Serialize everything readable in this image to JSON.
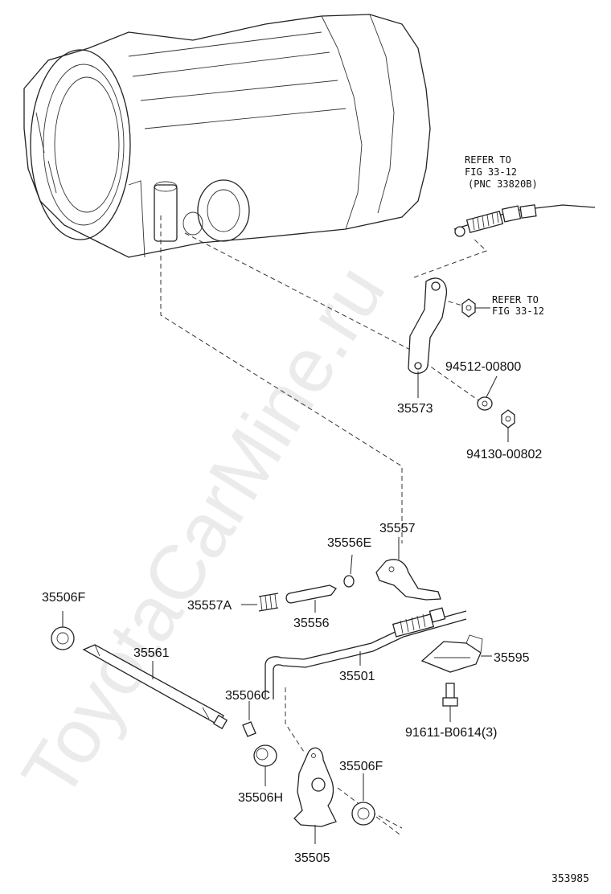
{
  "watermark": "ToyotaCarMine.ru",
  "figure_number": "353985",
  "refs": {
    "cable_ref": [
      "REFER TO",
      "FIG 33-12",
      "(PNC 33820B)"
    ],
    "nut_ref": [
      "REFER TO",
      "FIG 33-12"
    ]
  },
  "parts": {
    "p35573": "35573",
    "p94512": "94512-00800",
    "p94130": "94130-00802",
    "p35557": "35557",
    "p35556E": "35556E",
    "p35506F_top": "35506F",
    "p35557A": "35557A",
    "p35556": "35556",
    "p35561": "35561",
    "p35501": "35501",
    "p35595": "35595",
    "p35506C": "35506C",
    "p91611": "91611-B0614(3)",
    "p35506F_bot": "35506F",
    "p35506H": "35506H",
    "p35505": "35505"
  }
}
